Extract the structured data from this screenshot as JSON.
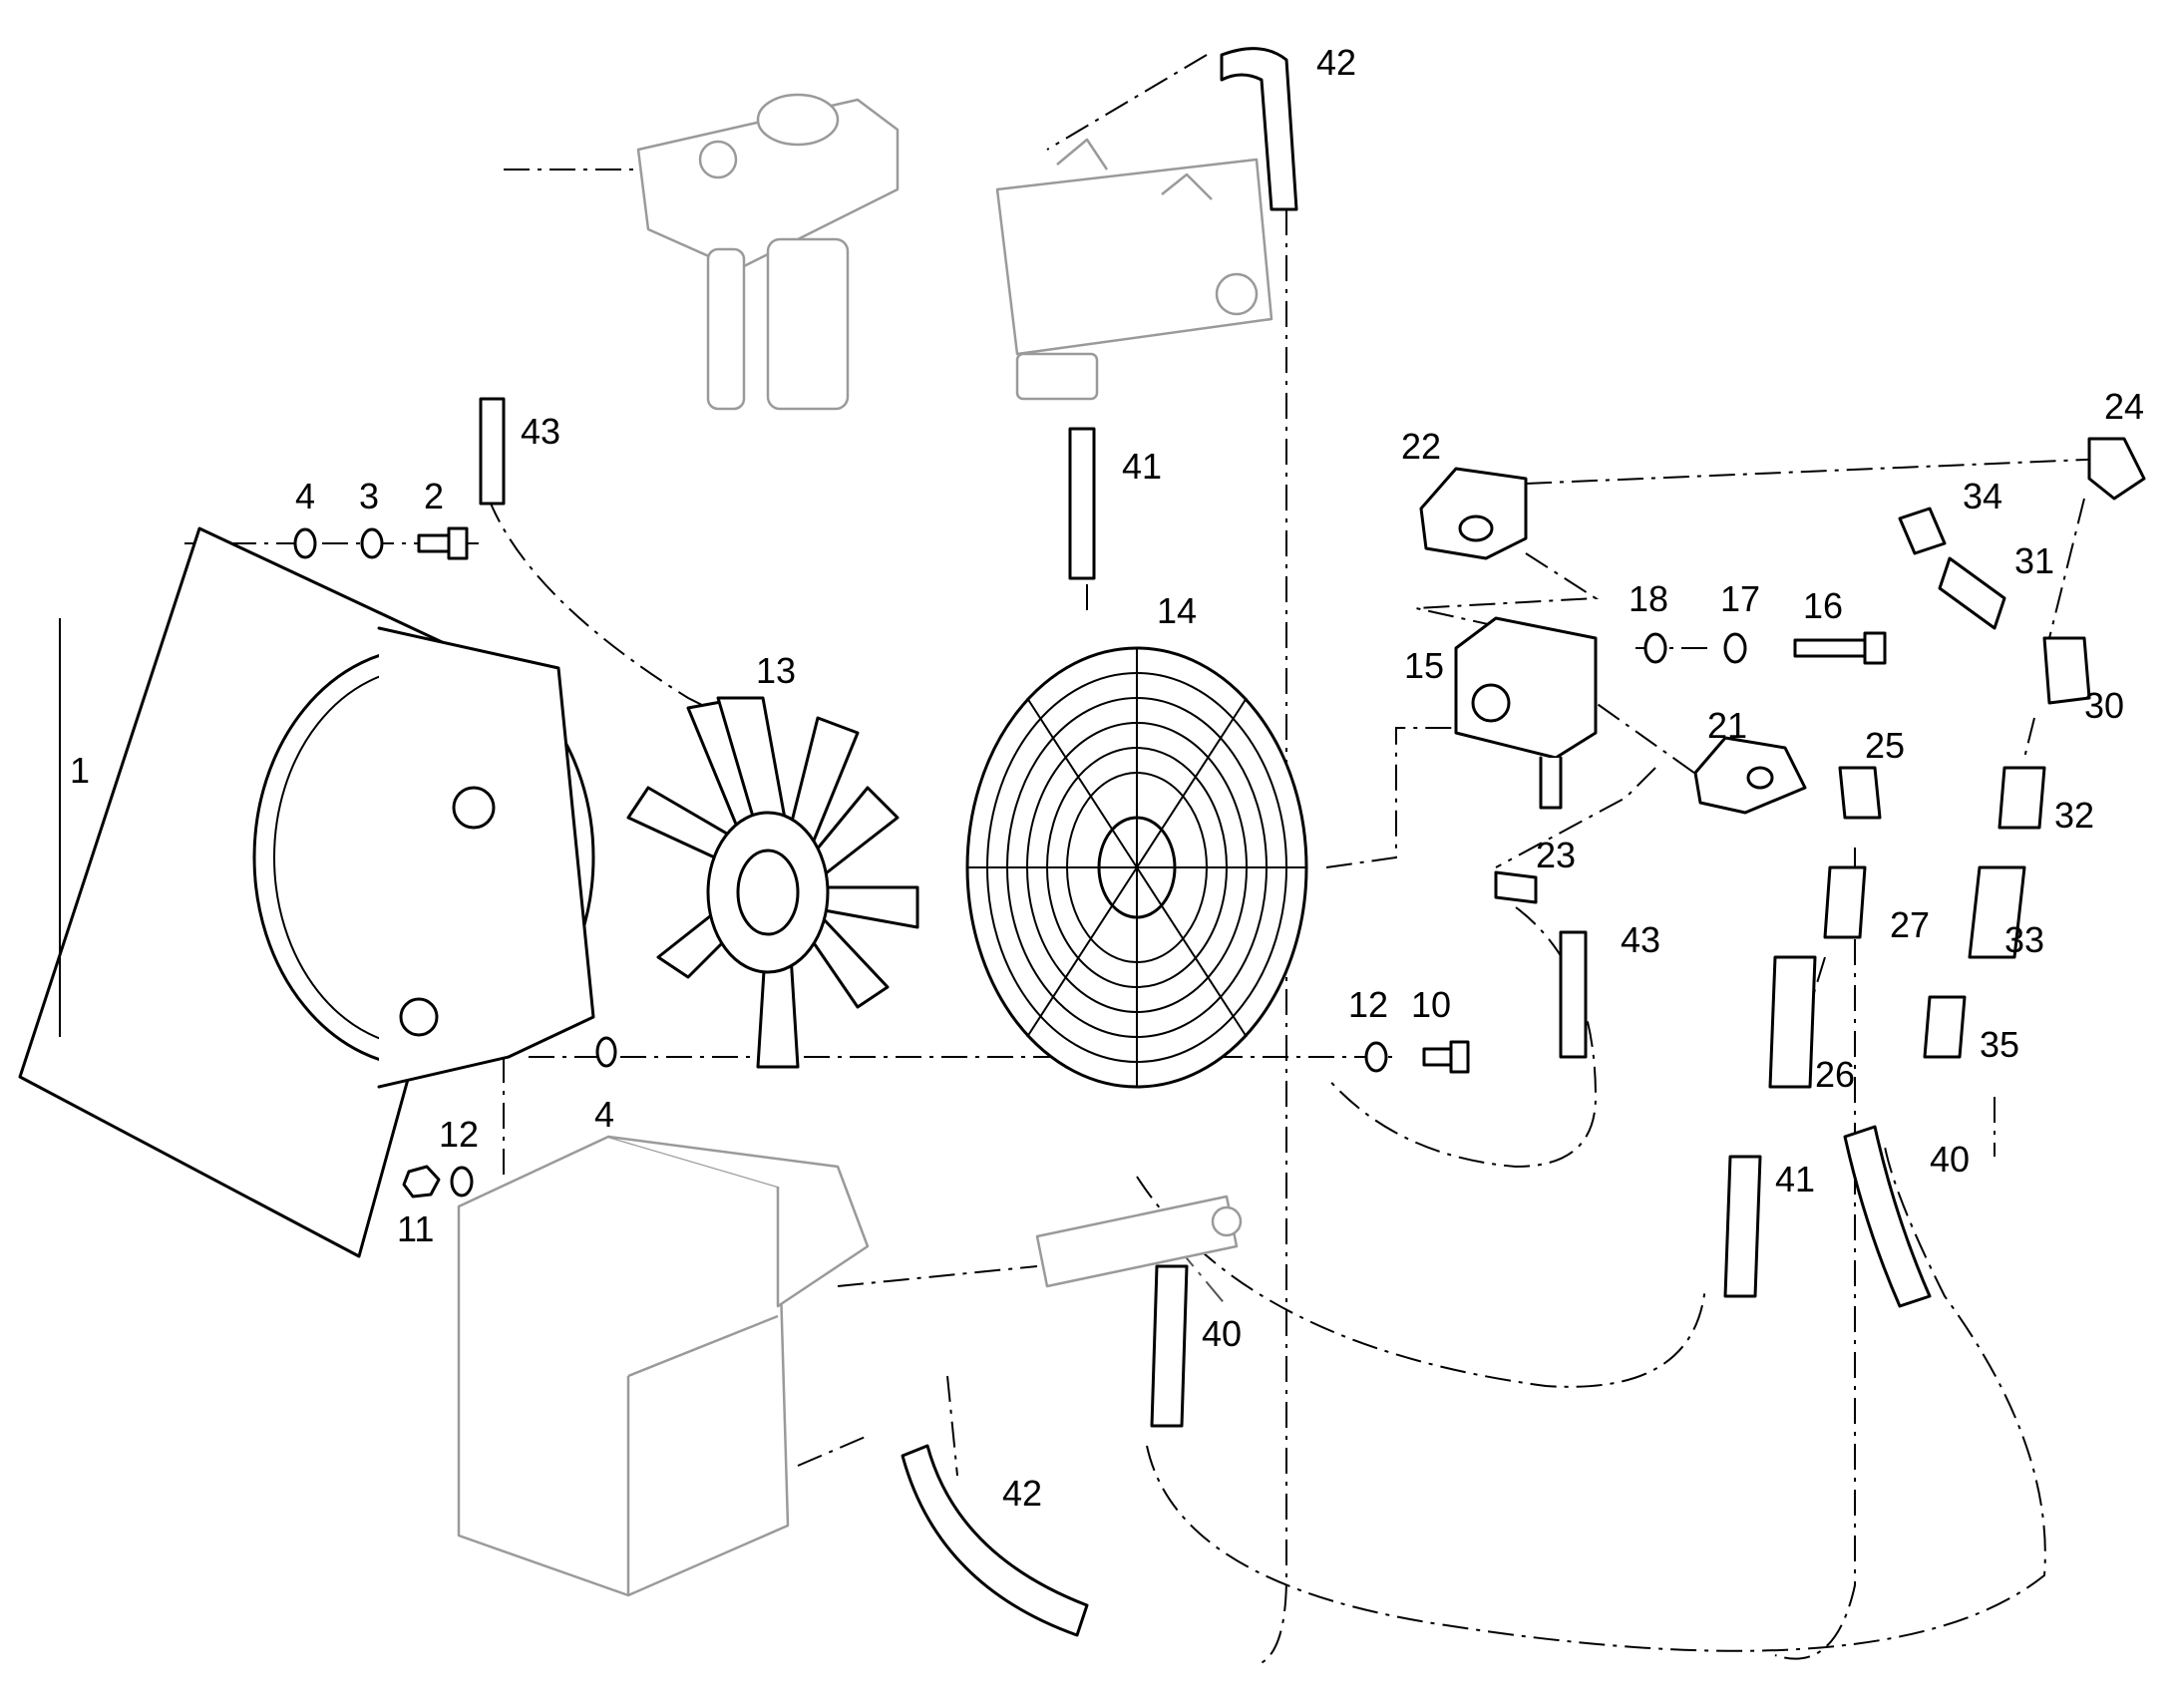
{
  "callouts": [
    "1",
    "2",
    "3",
    "4",
    "4",
    "10",
    "11",
    "12",
    "12",
    "13",
    "14",
    "15",
    "16",
    "17",
    "18",
    "21",
    "22",
    "23",
    "24",
    "25",
    "26",
    "27",
    "30",
    "31",
    "32",
    "33",
    "34",
    "35",
    "40",
    "40",
    "41",
    "41",
    "42",
    "42",
    "43",
    "43"
  ],
  "colors": {
    "line": "#000000",
    "ghost": "#9a9a9a",
    "background": "#ffffff"
  }
}
